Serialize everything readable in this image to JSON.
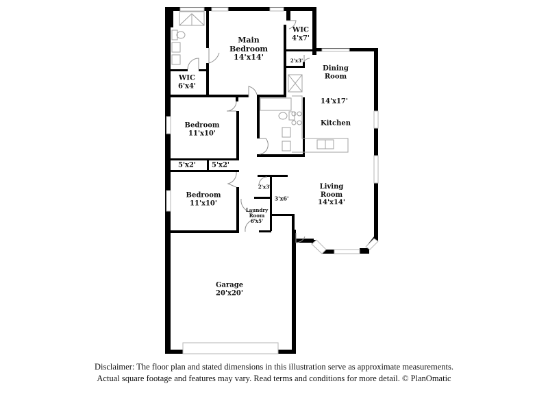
{
  "floor_plan": {
    "rooms": [
      {
        "id": "main-bedroom",
        "name": "Main\nBedroom",
        "line1": "Main",
        "line2": "Bedroom",
        "dims": "14'x14'"
      },
      {
        "id": "wic-main",
        "name": "WIC",
        "dims": "4'x7'"
      },
      {
        "id": "closet-2x3-top",
        "name": "",
        "dims": "2'x3'"
      },
      {
        "id": "wic-bath",
        "name": "WIC",
        "dims": "6'x4'"
      },
      {
        "id": "dining-room",
        "name": "Dining",
        "line2": "Room",
        "dims": ""
      },
      {
        "id": "kitchen",
        "name": "Kitchen",
        "dims": "14'x17'"
      },
      {
        "id": "bedroom-1",
        "name": "Bedroom",
        "dims": "11'x10'"
      },
      {
        "id": "closet-5x2-left",
        "name": "",
        "dims": "5'x2'"
      },
      {
        "id": "closet-5x2-right",
        "name": "",
        "dims": "5'x2'"
      },
      {
        "id": "bedroom-2",
        "name": "Bedroom",
        "dims": "11'x10'"
      },
      {
        "id": "closet-2x3-laundry",
        "name": "",
        "dims": "2'x3'"
      },
      {
        "id": "hall-3x6",
        "name": "",
        "dims": "3'x6'"
      },
      {
        "id": "laundry-room",
        "name": "Laundry",
        "line2": "Room",
        "dims": "6'x5'"
      },
      {
        "id": "living-room",
        "name": "Living",
        "line2": "Room",
        "dims": "14'x14'"
      },
      {
        "id": "garage",
        "name": "Garage",
        "dims": "20'x20'"
      }
    ]
  },
  "labels": {
    "main_bedroom_1": "Main",
    "main_bedroom_2": "Bedroom",
    "main_bedroom_dim": "14'x14'",
    "wic_main": "WIC",
    "wic_main_dim": "4'x7'",
    "closet_top_dim": "2'x3'",
    "wic_bath": "WIC",
    "wic_bath_dim": "6'x4'",
    "dining_1": "Dining",
    "dining_2": "Room",
    "kitchen_dim": "14'x17'",
    "kitchen": "Kitchen",
    "bedroom1": "Bedroom",
    "bedroom1_dim": "11'x10'",
    "closet_left_dim": "5'x2'",
    "closet_right_dim": "5'x2'",
    "bedroom2": "Bedroom",
    "bedroom2_dim": "11'x10'",
    "closet_laundry_dim": "2'x3'",
    "hall_dim": "3'x6'",
    "laundry_1": "Laundry",
    "laundry_2": "Room",
    "laundry_dim": "6'x5'",
    "living_1": "Living",
    "living_2": "Room",
    "living_dim": "14'x14'",
    "garage": "Garage",
    "garage_dim": "20'x20'"
  },
  "disclaimer": {
    "line1": "Disclaimer: The floor plan and stated dimensions in this illustration serve as approximate measurements.",
    "line2": "Actual square footage and features may vary. Read terms and conditions for more detail. © PlanOmatic"
  },
  "colors": {
    "wall": "#000000",
    "window": "#c8c8c8",
    "fixture": "#999999",
    "background": "#ffffff"
  }
}
